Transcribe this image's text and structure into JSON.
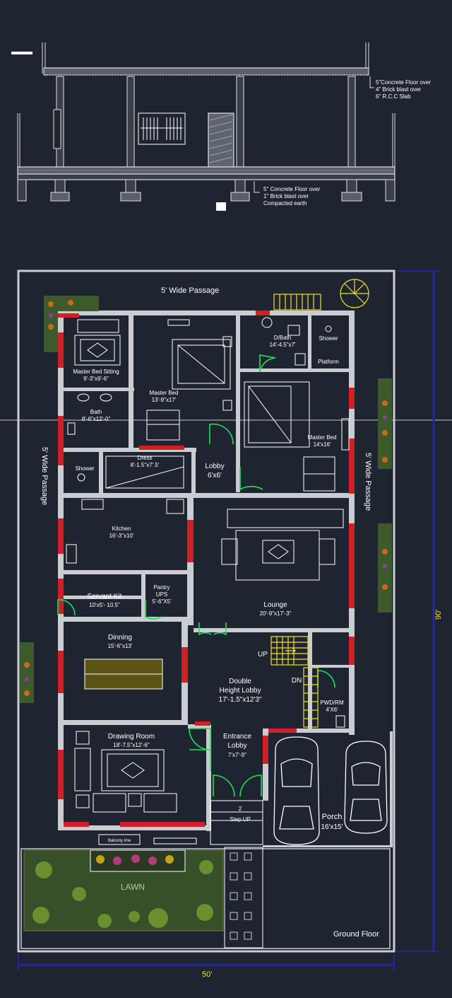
{
  "section": {
    "roof_note": [
      "5\"Concrete Floor over",
      "4\" Brick blast over",
      "6\" R.C.C Slab"
    ],
    "floor_note": [
      "5\" Concrete Floor over",
      "1\" Brick blast over",
      "Compacted earth"
    ]
  },
  "plan": {
    "title": "Ground Floor",
    "dims": {
      "width": "50'",
      "depth": "90'"
    },
    "passages": {
      "top": "5' Wide Passage",
      "left": "5' Wide Passage",
      "right": "5' Wide Passage"
    },
    "rooms": {
      "master_bed_sitting": {
        "name": "Master Bed Sitting",
        "size": "9'-3\"x9'-6\""
      },
      "master_bed_1": {
        "name": "Master Bed",
        "size": "13'-9\"x17'"
      },
      "dbath": {
        "name": "D/Bath",
        "size": "14'-4.5\"x7'"
      },
      "shower_top": {
        "name": "Shower"
      },
      "platform": {
        "name": "Platform"
      },
      "bath": {
        "name": "Bath",
        "size": "8'-6\"x12'-0\""
      },
      "master_bed_2": {
        "name": "Master Bed",
        "size": "14'x16'"
      },
      "shower_left": {
        "name": "Shower"
      },
      "dress": {
        "name": "Dress",
        "size": "8'-1.5\"x7'.5'"
      },
      "lobby": {
        "name": "Lobby",
        "size": "6'x6'"
      },
      "kitchen": {
        "name": "Kitchen",
        "size": "16'-3\"x10'"
      },
      "lounge": {
        "name": "Lounge",
        "size": "20'-9\"x17'-3\""
      },
      "servant_kit": {
        "name": "Servant Kit",
        "size": "10'x5'- 10.5\""
      },
      "pantry": {
        "name": "Pantry",
        "sub": "UPS",
        "size": "5'-6\"X5'"
      },
      "dinning": {
        "name": "Dinning",
        "size": "15'-6\"x13'"
      },
      "double_height": {
        "name": "Double",
        "name2": "Height Lobby",
        "size": "17'-1.5\"x12'3\""
      },
      "stair_up": "UP",
      "stair_dn": "DN",
      "pwd": {
        "name": "PWD/RM",
        "size": "4'X6'"
      },
      "drawing": {
        "name": "Drawing Room",
        "size": "18'-7.5\"x12'-6\""
      },
      "entrance": {
        "name": "Entrance",
        "name2": "Lobby",
        "size": "7'x7'-9\""
      },
      "porch": {
        "name": "Porch",
        "size": "16'x15'"
      },
      "step": {
        "count": "2",
        "label": "Step UP"
      },
      "balcony": "Balcony line",
      "lawn": "LAWN"
    }
  },
  "colors": {
    "background": "#1f2530",
    "wall": "#c9ccd1",
    "accent_wall": "#d21f26",
    "door": "#1ee05a",
    "stair": "#f1e11c",
    "dimension": "#2326a8"
  }
}
